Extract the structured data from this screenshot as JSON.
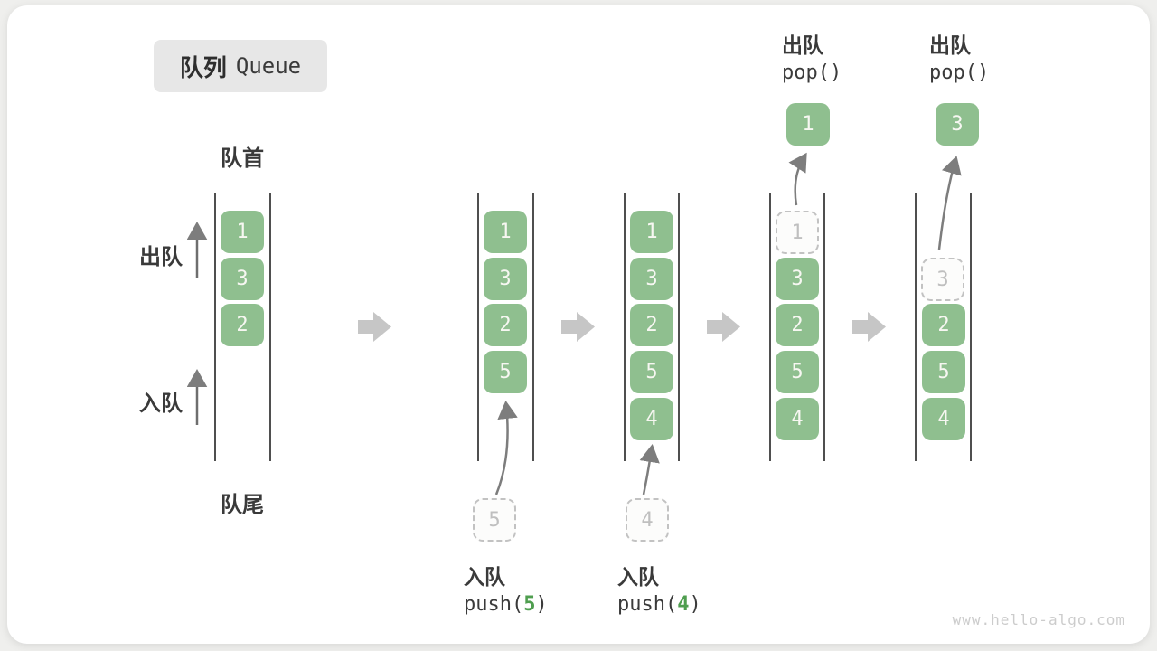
{
  "title": {
    "zh": "队列",
    "en": "Queue"
  },
  "side_labels": {
    "front": "队首",
    "rear": "队尾",
    "dequeue": "出队",
    "enqueue": "入队"
  },
  "queues": [
    {
      "slots": [
        "1",
        "3",
        "2"
      ]
    },
    {
      "slots": [
        "1",
        "3",
        "2",
        "5"
      ],
      "incoming_value": "5",
      "op": {
        "zh": "入队",
        "fn": "push(",
        "arg": "5",
        "close": ")"
      }
    },
    {
      "slots": [
        "1",
        "3",
        "2",
        "5",
        "4"
      ],
      "incoming_value": "4",
      "op": {
        "zh": "入队",
        "fn": "push(",
        "arg": "4",
        "close": ")"
      }
    },
    {
      "ghost_value": "1",
      "slots": [
        "3",
        "2",
        "5",
        "4"
      ],
      "popped_value": "1",
      "op": {
        "zh": "出队",
        "code": "pop()"
      }
    },
    {
      "ghost_value": "3",
      "slots": [
        "2",
        "5",
        "4"
      ],
      "popped_value": "3",
      "op": {
        "zh": "出队",
        "code": "pop()"
      }
    }
  ],
  "watermark": "www.hello-algo.com",
  "colors": {
    "box_green": "#8fbf8f",
    "accent_green": "#4f9e4f",
    "stage_arrow_gray": "#c6c6c6",
    "thin_arrow_gray": "#7d7d7d",
    "badge_gray": "#e7e7e7"
  }
}
